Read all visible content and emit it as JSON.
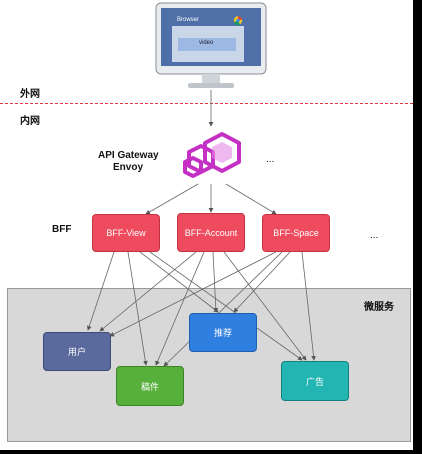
{
  "monitor": {
    "browser_title": "Browser",
    "content_label": "video"
  },
  "zones": {
    "external": "外网",
    "internal": "内网"
  },
  "gateway": {
    "line1": "API Gateway",
    "line2": "Envoy",
    "more": "..."
  },
  "bff": {
    "label": "BFF",
    "nodes": [
      "BFF-View",
      "BFF-Account",
      "BFF-Space"
    ],
    "more": "..."
  },
  "services": {
    "label": "微服务",
    "nodes": {
      "user": "用户",
      "recommend": "推荐",
      "manuscript": "稿件",
      "ads": "广告"
    }
  },
  "colors": {
    "bff": "#ef4b5e",
    "user": "#5a6a9c",
    "recommend": "#2f7fe0",
    "manuscript": "#58b03c",
    "ads": "#23b5b2",
    "envoy": "#c42fc4",
    "zone_divider": "#e0353f"
  }
}
